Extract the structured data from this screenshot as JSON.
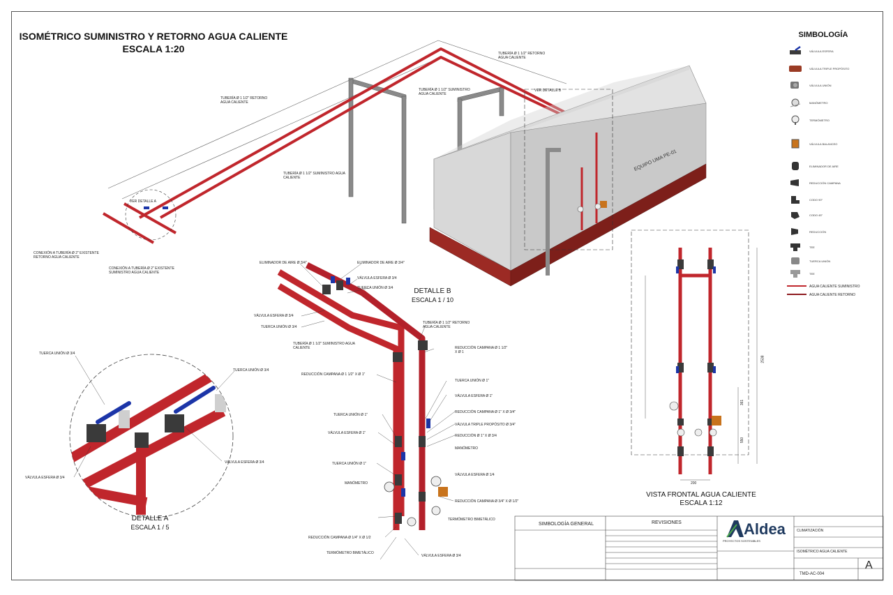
{
  "title": {
    "line1": "ISOMÉTRICO SUMINISTRO Y RETORNO AGUA CALIENTE",
    "line2": "ESCALA 1:20"
  },
  "detail_b": {
    "title": "DETALLE B",
    "scale": "ESCALA 1 / 10"
  },
  "detail_a": {
    "title": "DETALLE  A",
    "scale": "ESCALA 1 / 5"
  },
  "front_view": {
    "title": "VISTA FRONTAL AGUA CALIENTE",
    "scale": "ESCALA 1:12",
    "dims": {
      "total": "2538",
      "d1": "361",
      "d2": "550",
      "width": "200"
    }
  },
  "equipment_label": "EQUIPO UMA PE-01",
  "see_detail_b": "VER DETALLE B",
  "see_detail_a": "VER DETALLE A",
  "iso_labels": [
    "TUBERÍA Ø 1 1/2\" RETORNO AGUA CALIENTE",
    "TUBERÍA Ø 1 1/2\" SUMINISTRO AGUA CALIENTE",
    "TUBERÍA Ø 1 1/2\" RETORNO AGUA CALIENTE",
    "TUBERÍA Ø 1 1/2\" SUMINISTRO AGUA CALIENTE",
    "CONEXIÓN A TUBERÍA Ø 2\" EXISTENTE RETORNO AGUA CALIENTE",
    "CONEXIÓN A TUBERÍA Ø 2\" EXISTENTE SUMINISTRO AGUA CALIENTE"
  ],
  "detail_b_labels": [
    "ELIMINADOR DE AIRE Ø 3/4\"",
    "ELIMINADOR DE AIRE Ø 3/4\"",
    "VÁLVULA ESFERA Ø 3/4",
    "TUERCA UNIÓN Ø 3/4",
    "VÁLVULA ESFERA Ø 3/4",
    "TUERCA UNIÓN Ø 3/4",
    "TUBERÍA Ø 1 1/2\" RETORNO AGUA CALIENTE",
    "TUBERÍA Ø 1 1/2\" SUMINISTRO AGUA CALIENTE",
    "REDUCCIÓN CAMPANA Ø 1 1/2\" X Ø 1\"",
    "REDUCCIÓN CAMPANA Ø 1 1/2\" X Ø 1",
    "TUERCA UNIÓN Ø 1\"",
    "VÁLVULA ESFERA Ø 1\"",
    "TUERCA UNIÓN Ø 1\"",
    "VÁLVULA ESFERA Ø 1\"",
    "REDUCCIÓN CAMPANA Ø 1\" X Ø 3/4\"",
    "VÁLVULA TRIPLE PROPÓSITO Ø 3/4\"",
    "REDUCCIÓN Ø 1\" X Ø 3/4",
    "MANÓMETRO",
    "TUERCA UNIÓN Ø 1\"",
    "VÁLVULA ESFERA Ø 1/4",
    "MANÓMETRO",
    "REDUCCIÓN CAMPANA Ø 3/4\" X Ø 1/2\"",
    "REDUCCIÓN CAMPANA Ø 1/4\" X Ø 1/2",
    "TERMÓMETRO BIMETÁLICO",
    "TERMÓMETRO BIMETÁLICO",
    "VÁLVULA ESFERA Ø 3/4"
  ],
  "detail_a_labels": [
    "TUERCA UNIÓN Ø 3/4",
    "TUERCA UNIÓN Ø 3/4",
    "VÁLVULA ESFERA Ø 3/4",
    "VÁLVULA ESFERA Ø 3/4"
  ],
  "legend": {
    "title": "SIMBOLOGÍA",
    "items": [
      {
        "icon": "ball-valve-icon",
        "label": "VÁLVULA ESFERA"
      },
      {
        "icon": "triple-purpose-valve-icon",
        "label": "VÁLVULA TRIPLE PROPÓSITO"
      },
      {
        "icon": "union-valve-icon",
        "label": "VÁLVULA UNIÓN"
      },
      {
        "icon": "manometer-icon",
        "label": "MANÓMETRO"
      },
      {
        "icon": "thermometer-icon",
        "label": "TERMÓMETRO"
      },
      {
        "icon": "balancing-valve-icon",
        "label": "VÁLVULA BALANCEO"
      },
      {
        "icon": "air-eliminator-icon",
        "label": "ELIMINADOR DE AIRE"
      },
      {
        "icon": "bell-reducer-icon",
        "label": "REDUCCIÓN CAMPANA"
      },
      {
        "icon": "elbow-icon",
        "label": "CODO 90°"
      },
      {
        "icon": "elbow-45-icon",
        "label": "CODO 45°"
      },
      {
        "icon": "reducer-icon",
        "label": "REDUCCIÓN"
      },
      {
        "icon": "tee-icon",
        "label": "TEE"
      },
      {
        "icon": "union-nut-icon",
        "label": "TUERCA UNIÓN"
      },
      {
        "icon": "tee-grey-icon",
        "label": "TEE"
      }
    ],
    "lines": [
      {
        "color": "#c0262c",
        "label": "AGUA CALIENTE SUMINISTRO"
      },
      {
        "color": "#c0262c",
        "label": "AGUA CALIENTE RETORNO"
      }
    ]
  },
  "title_block": {
    "general_symbology": "SIMBOLOGÍA GENERAL",
    "revisions": "REVISIONES",
    "company": "Aldea",
    "company_sub": "PROYECTOS SOSTENIBLES",
    "sheet_letter": "A",
    "drawing_title": "ISOMÉTRICO AGUA CALIENTE",
    "code": "TMD-AC-004",
    "climate_label": "CLIMATIZACIÓN"
  },
  "colors": {
    "pipe": "#c0262c",
    "pipe_dark": "#8e1a1e",
    "valve_handle": "#1c35a8",
    "fitting": "#3a3a3a",
    "equipment": "#d9d9d9",
    "base": "#9c2a24"
  }
}
